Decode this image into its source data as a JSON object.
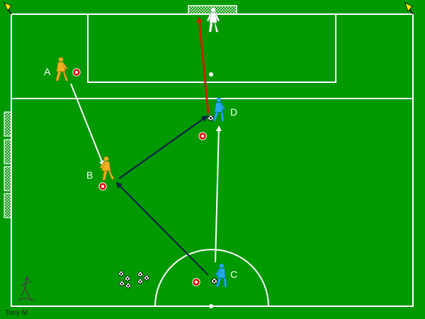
{
  "colors": {
    "pitch": "#009900",
    "lines": "#ffffff",
    "attacker": "#f0b020",
    "attacker_dark": "#b07810",
    "blue_player": "#22aaee",
    "keeper": "#ffffff",
    "shot_arrow": "#cc2200",
    "ball_pass": "#112244",
    "run": "#ffffff",
    "cone": "#dd0000"
  },
  "players": {
    "a": {
      "label": "A"
    },
    "b": {
      "label": "B"
    },
    "c": {
      "label": "C"
    },
    "d": {
      "label": "D"
    }
  },
  "credit": {
    "text": "Tony M"
  },
  "icons": {
    "flag": "corner-flag-icon",
    "goal": "goal-net-icon",
    "ball": "football-icon",
    "cone": "cone-marker-icon",
    "logo": "player-logo-icon"
  }
}
